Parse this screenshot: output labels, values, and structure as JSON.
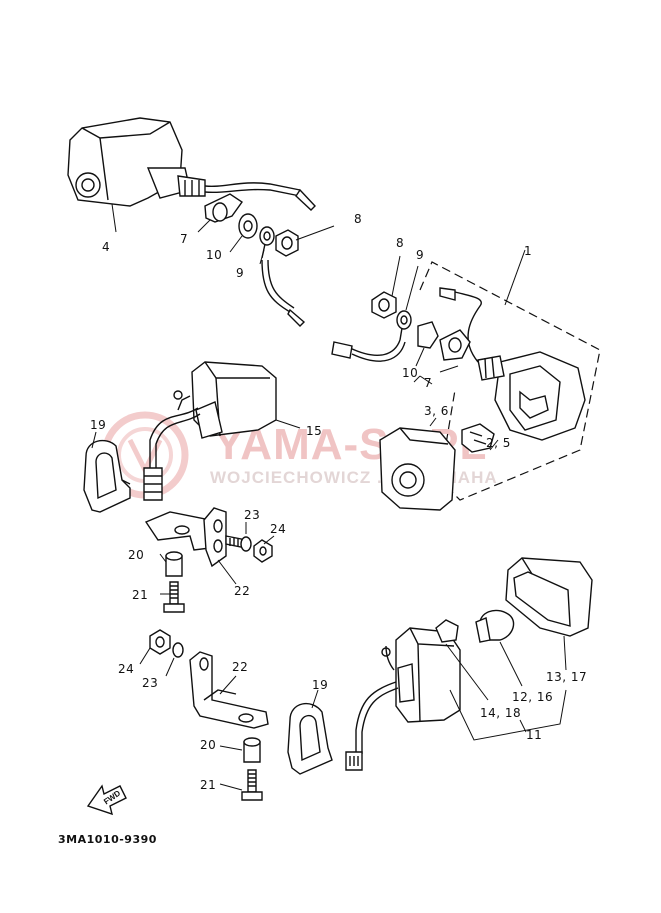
{
  "watermark": {
    "main_text": "YAMA-S...PL",
    "sub_text": "WOJCIECHOWICZ ... R YAMAHA",
    "logo": "yamaha-tuning-fork-logo"
  },
  "callouts": {
    "c1": "1",
    "c4": "4",
    "c7a": "7",
    "c10a": "10",
    "c9a": "9",
    "c8a": "8",
    "c8b": "8",
    "c9b": "9",
    "c10b": "10",
    "c7b": "7",
    "c3_6": "3, 6",
    "c2_5": "2, 5",
    "c19a": "19",
    "c15": "15",
    "c23a": "23",
    "c24a": "24",
    "c20a": "20",
    "c22a": "22",
    "c21a": "21",
    "c24b": "24",
    "c23b": "23",
    "c22b": "22",
    "c19b": "19",
    "c20b": "20",
    "c21b": "21",
    "c13_17": "13, 17",
    "c12_16": "12, 16",
    "c14_18": "14, 18",
    "c11": "11"
  },
  "fwd_label": "FWD",
  "catalog_code": "3MA1010-9390",
  "colors": {
    "line": "#111111",
    "watermark": "#f0c4c4"
  }
}
